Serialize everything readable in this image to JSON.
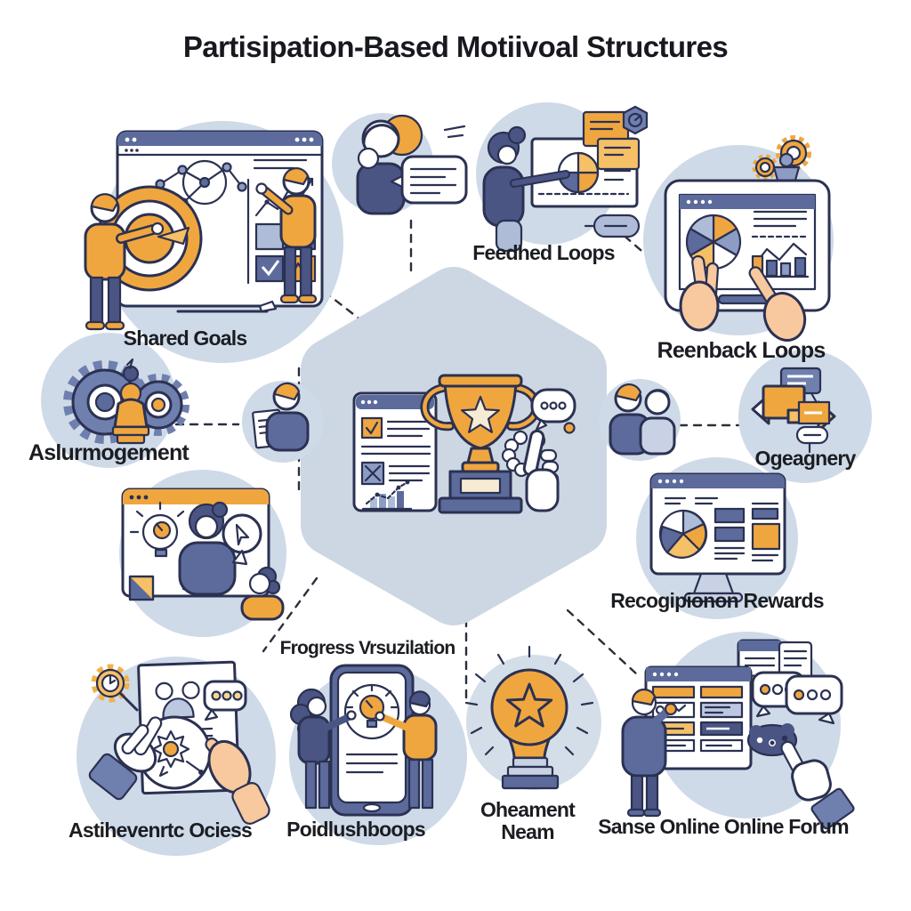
{
  "title": "Partisipation-Based Motiivoal Structures",
  "labels": {
    "shared_goals": "Shared Goals",
    "feedhed_loops": "Feedhed Loops",
    "reenback_loops": "Reenback Loops",
    "aslurmogement": "Aslurmogement",
    "ogeagnery": "Ogeagnery",
    "recogipionon_rewards": "Recogipionon Rewards",
    "frogress_vrsuzilation": "Frogress Vrsuzilation",
    "astihevenrtc_ociess": "Astihevenrtc Ociess",
    "poidlushboops": "Poidlushboops",
    "oheament_line1": "Oheament",
    "oheament_line2": "Neam",
    "sanse_online": "Sanse Online Online Forum"
  },
  "icons": {
    "center": "trophy-document-hand-speech-bubble-icon",
    "shared_goals": "team-target-dashboard-icon",
    "feedhed_loops": "presenter-pie-board-icon",
    "reenback_loops": "tablet-analytics-hands-icon",
    "aslurmogement": "gears-award-icon",
    "ogeagnery": "exchange-arrows-icon",
    "recogipionon_rewards": "monitor-pie-dashboard-icon",
    "frogress_vrsuzilation": "phone-idea-people-icon",
    "astihevenrtc_ociess": "document-badge-hands-icon",
    "oheament_neam": "star-lightbulb-icon",
    "sanse_online": "forum-board-chat-hand-icon",
    "misc": [
      "hooded-person-speech-icon",
      "clipboard-person-icon",
      "two-people-icon"
    ]
  },
  "colors": {
    "background": "#ffffff",
    "circle_bg": "#cfdae8",
    "hexagon_bg": "#cdd7e3",
    "accent_orange": "#f0a63f",
    "accent_orange_light": "#f6c066",
    "accent_blue": "#5c6b9c",
    "outline": "#2b3152",
    "text": "#1b1d22"
  }
}
